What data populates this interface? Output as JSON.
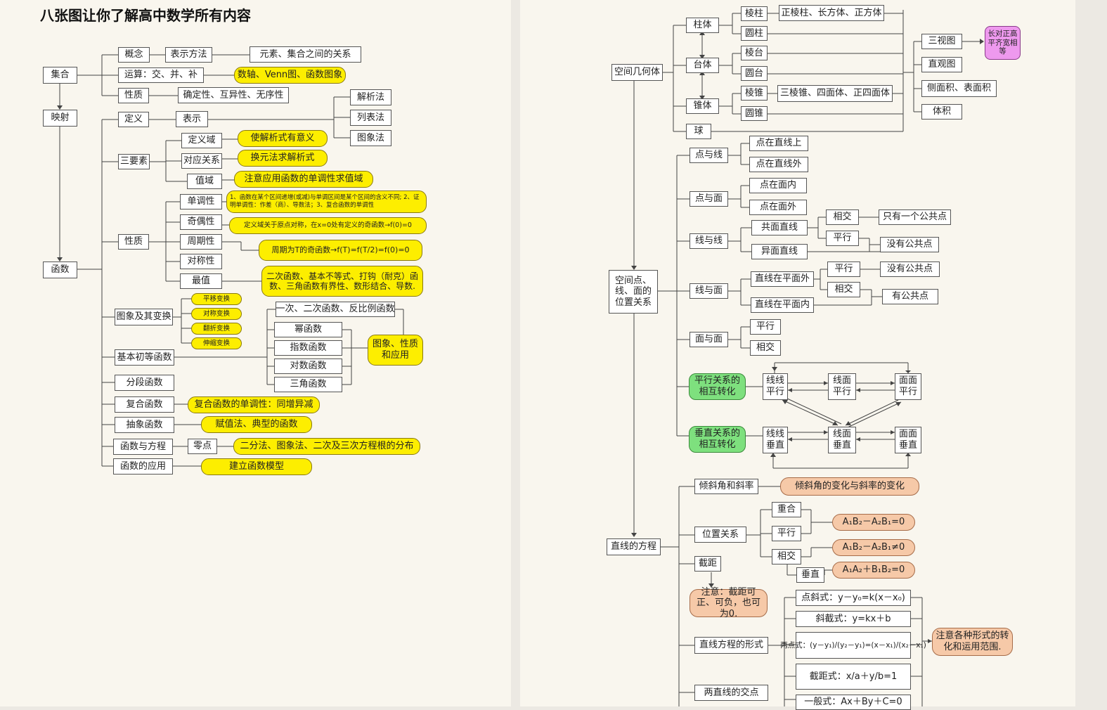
{
  "title": "八张图让你了解高中数学所有内容",
  "left": {
    "jihe": "集合",
    "gainian": "概念",
    "biaoshi_fangfa": "表示方法",
    "yuansu_guanxi": "元素、集合之间的关系",
    "yunsuan": "运算：交、并、补",
    "shuzhou": "数轴、Venn图、函数图象",
    "xingzhi_jihe": "性质",
    "queding": "确定性、互异性、无序性",
    "yingshe": "映射",
    "dingyi": "定义",
    "biaoshi": "表示",
    "jiexifa": "解析法",
    "liebiaofa": "列表法",
    "tuxiangfa": "图象法",
    "sanyaosu": "三要素",
    "dingyiyu": "定义域",
    "dingyiyu_note": "使解析式有意义",
    "duiying": "对应关系",
    "duiying_note": "换元法求解析式",
    "zhiyu": "值域",
    "zhiyu_note": "注意应用函数的单调性求值域",
    "xingzhi": "性质",
    "dandiao": "单调性",
    "dandiao_note": "1、函数在某个区间递增(或减)与单调区间是某个区间的含义不同;\n2、证明单调性：作差（商）、导数法；3、复合函数的单调性",
    "jiou": "奇偶性",
    "jiou_note": "定义域关于原点对称，在x=0处有定义的奇函数→f(0)=0",
    "zhouqi": "周期性",
    "zhouqi_note": "周期为T的奇函数→f(T)=f(T/2)=f(0)=0",
    "duichen": "对称性",
    "zuizhi": "最值",
    "zuizhi_note": "二次函数、基本不等式、打钩（耐克）函数、三角函数有界性、数形结合、导数.",
    "hanshu": "函数",
    "tuxiang_bianhuan": "图象及其变换",
    "pingyi": "平移变换",
    "duichen_bh": "对称变换",
    "fanzhe": "翻折变换",
    "shensuo": "伸缩变换",
    "yici": "一次、二次函数、反比例函数",
    "mi": "幂函数",
    "zhishu": "指数函数",
    "duishu": "对数函数",
    "sanjiao": "三角函数",
    "jiben_chudeng": "基本初等函数",
    "tuxiang_xingzhi": "图象、性质和应用",
    "fenduan": "分段函数",
    "fuhe": "复合函数",
    "fuhe_note": "复合函数的单调性：同增异减",
    "chouxiang": "抽象函数",
    "chouxiang_note": "赋值法、典型的函数",
    "fangcheng": "函数与方程",
    "lingdian": "零点",
    "lingdian_note": "二分法、图象法、二次及三次方程根的分布",
    "yingyong": "函数的应用",
    "yingyong_note": "建立函数模型"
  },
  "right": {
    "kongjian_jihe": "空间几何体",
    "zhuti": "柱体",
    "lengzhu": "棱柱",
    "lengzhu_note": "正棱柱、长方体、正方体",
    "yuanzhu": "圆柱",
    "taiti": "台体",
    "lengtai": "棱台",
    "yuantai": "圆台",
    "zhuiti": "锥体",
    "lengzhui": "棱锥",
    "lengzhui_note": "三棱锥、四面体、正四面体",
    "yuanzhui": "圆锥",
    "qiu": "球",
    "sanshitu": "三视图",
    "sanshitu_note": "长对正高平齐宽相等",
    "zhiguantu": "直观图",
    "cemianji": "侧面积、表面积",
    "tiji": "体积",
    "dian_xian_mian": "空间点、线、面的位置关系",
    "dianyuxian": "点与线",
    "zaizhixianshang": "点在直线上",
    "zaizhixianwai": "点在直线外",
    "dianyumian": "点与面",
    "zaimiannei": "点在面内",
    "zaimianwai": "点在面外",
    "xianyuxian": "线与线",
    "gongmian": "共面直线",
    "yimian": "异面直线",
    "xiangjiao1": "相交",
    "yige_gonggong": "只有一个公共点",
    "pingxing1": "平行",
    "meiyou1": "没有公共点",
    "xianyumian": "线与面",
    "pingmianwai": "直线在平面外",
    "pingmiannei": "直线在平面内",
    "pingxing2": "平行",
    "meiyou2": "没有公共点",
    "xiangjiao2": "相交",
    "you_gonggong": "有公共点",
    "mianyumian": "面与面",
    "pingxing3": "平行",
    "xiangjiao3": "相交",
    "pingxing_zhuanhua": "平行关系的相互转化",
    "xx_pingxing": "线线平行",
    "xm_pingxing": "线面平行",
    "mm_pingxing": "面面平行",
    "chuizhi_zhuanhua": "垂直关系的相互转化",
    "xx_chuizhi": "线线垂直",
    "xm_chuizhi": "线面垂直",
    "mm_chuizhi": "面面垂直",
    "zhixian_fangcheng": "直线的方程",
    "qingxiejiao": "倾斜角和斜率",
    "qingxiejiao_note": "倾斜角的变化与斜率的变化",
    "weizhi_guanxi": "位置关系",
    "chonghe": "重合",
    "pingxing4": "平行",
    "xiangjiao4": "相交",
    "chuizhi": "垂直",
    "eq1": "A₁B₂－A₂B₁=0",
    "eq2": "A₁B₂－A₂B₁≠0",
    "eq3": "A₁A₂＋B₁B₂=0",
    "jieju": "截距",
    "jieju_note": "注意：截距可正、可负，也可为0.",
    "xingshi": "直线方程的形式",
    "dianxie": "点斜式：y－y₀=k(x－x₀)",
    "xiejie": "斜截式：y=kx＋b",
    "liangdian": "两点式：(y－y₁)/(y₂－y₁)=(x－x₁)/(x₂－x₁)",
    "jiejushi": "截距式：x/a＋y/b=1",
    "yiban": "一般式：Ax＋By＋C=0",
    "xingshi_note": "注意各种形式的转化和运用范围.",
    "jiaodian": "两直线的交点"
  }
}
